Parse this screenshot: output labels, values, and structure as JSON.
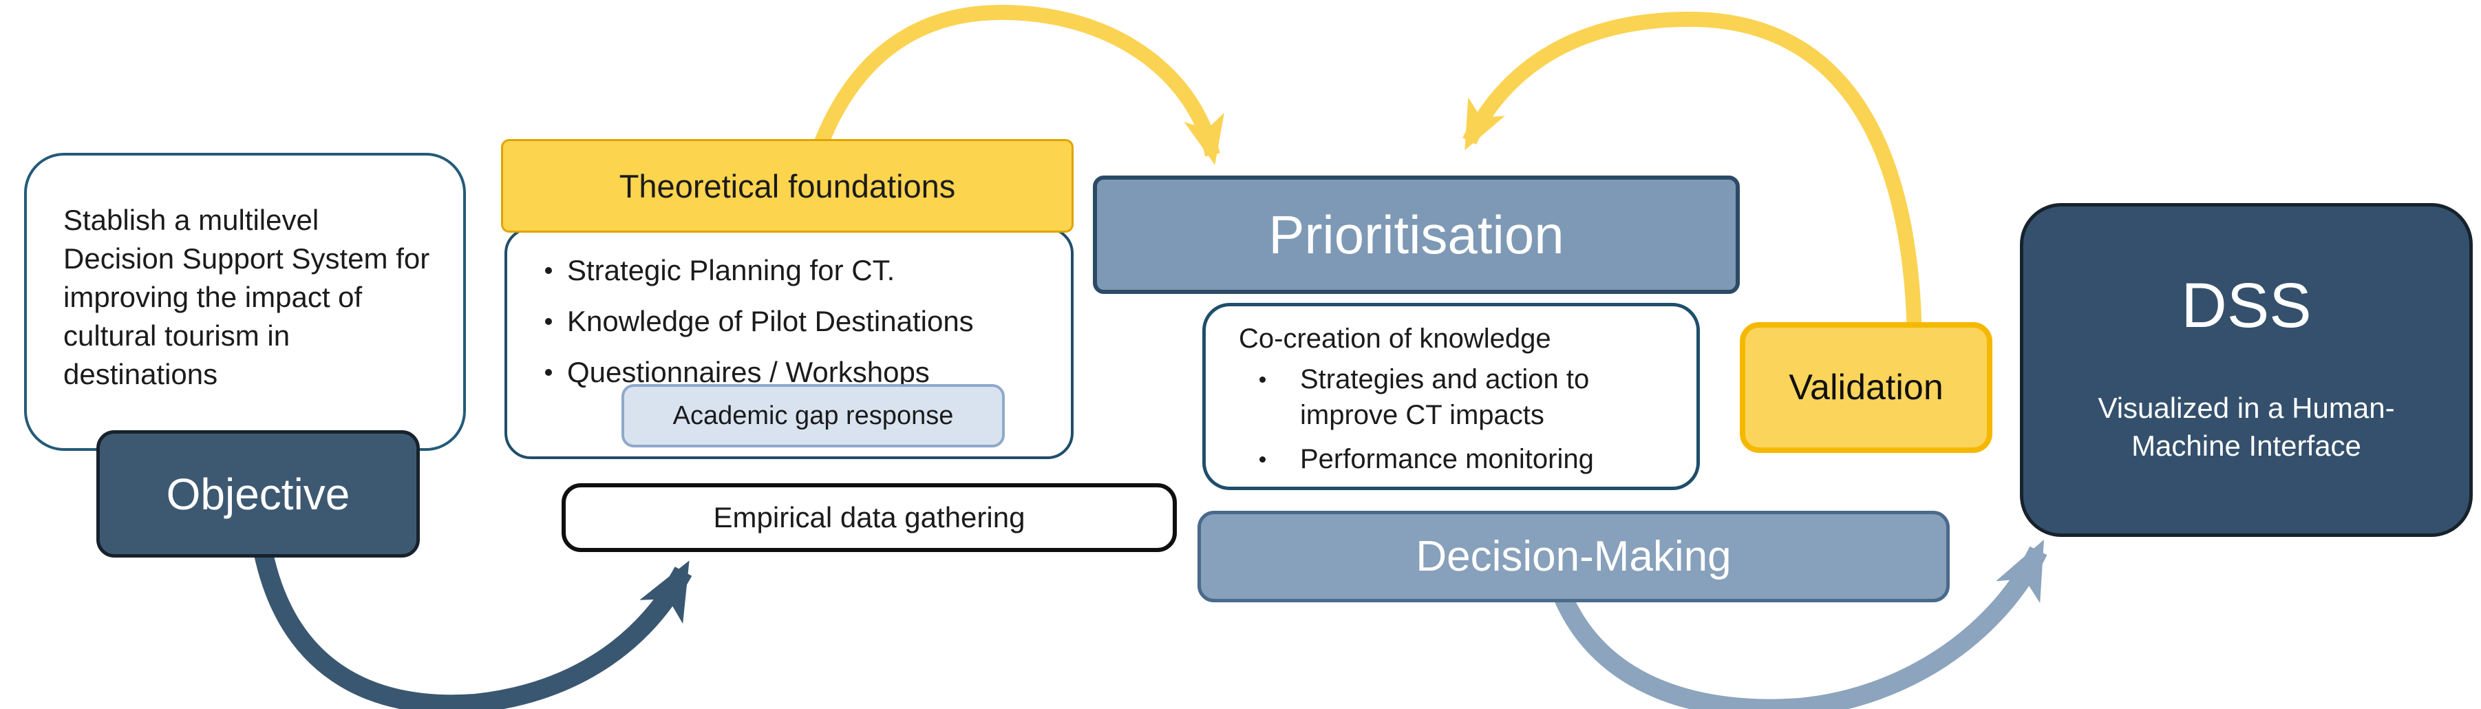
{
  "diagram": {
    "note": {
      "text": "Stablish a multilevel Decision Support System for improving the impact of cultural tourism in destinations"
    },
    "objective": {
      "label": "Objective"
    },
    "theoretical": {
      "title": "Theoretical foundations",
      "bullets": [
        "Strategic Planning for CT.",
        "Knowledge of Pilot Destinations",
        "Questionnaires / Workshops"
      ],
      "tag": "Academic gap response"
    },
    "empirical": {
      "label": "Empirical data gathering"
    },
    "prioritisation": {
      "label": "Prioritisation"
    },
    "cocreation": {
      "title": "Co-creation of knowledge",
      "bullets": [
        "Strategies and action to improve CT impacts",
        "Performance monitoring"
      ]
    },
    "decision": {
      "label": "Decision-Making"
    },
    "validation": {
      "label": "Validation"
    },
    "dss": {
      "title": "DSS",
      "subtitle": "Visualized in a Human-Machine Interface"
    },
    "arrows": [
      {
        "name": "theoretical-to-prioritisation",
        "color": "#FBD352"
      },
      {
        "name": "validation-to-prioritisation",
        "color": "#FBD352"
      },
      {
        "name": "objective-to-empirical",
        "color": "#3A5771"
      },
      {
        "name": "decision-to-dss",
        "color": "#8CA4BD"
      }
    ],
    "colors": {
      "dark_navy_fill": "#3D5972",
      "dss_fill": "#34506C",
      "steel_blue_fill": "#7E99B5",
      "light_steel_fill": "#87A0BB",
      "yellow_fill": "#FCD44E",
      "gold_border": "#F5B800",
      "pale_blue_fill": "#D9E3F0",
      "outline_blue": "#1F4E6B",
      "yellow_arrow": "#FBD352",
      "dark_arrow": "#3A5771",
      "light_arrow": "#8CA4BD"
    }
  }
}
